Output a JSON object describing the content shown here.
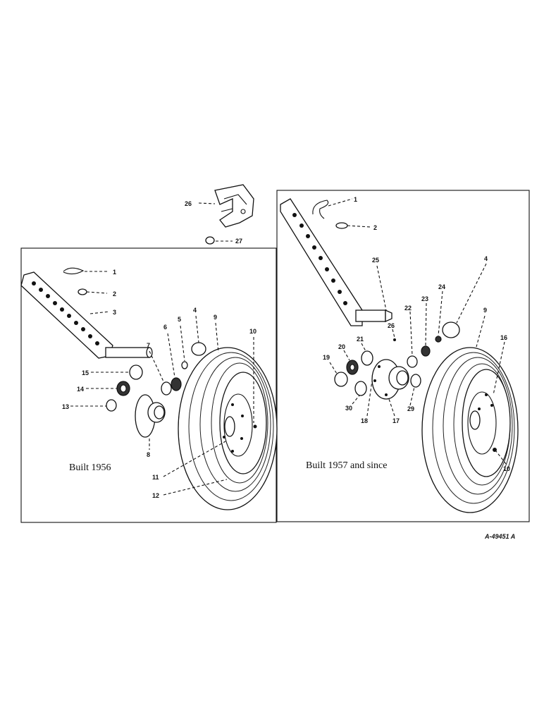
{
  "left_panel": {
    "caption": "Built 1956",
    "callouts": [
      "1",
      "2",
      "3",
      "4",
      "5",
      "6",
      "7",
      "8",
      "9",
      "10",
      "11",
      "12",
      "13",
      "14",
      "15"
    ]
  },
  "right_panel": {
    "caption": "Built 1957 and since",
    "callouts": [
      "1",
      "2",
      "25",
      "4",
      "24",
      "23",
      "22",
      "9",
      "16",
      "26",
      "21",
      "20",
      "19",
      "30",
      "18",
      "17",
      "29",
      "10"
    ]
  },
  "bracket": {
    "callouts": [
      "26",
      "27"
    ]
  },
  "reference_code": "A-49451 A"
}
